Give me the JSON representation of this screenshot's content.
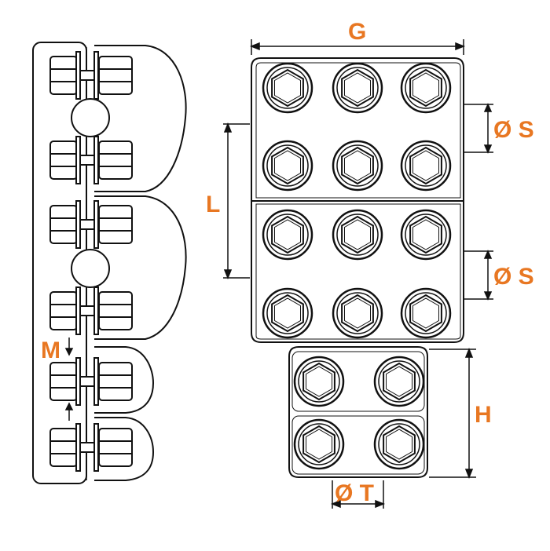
{
  "labels": {
    "width": "G",
    "bolt_dia_upper": "Ø S",
    "bolt_dia_lower": "Ø S",
    "length": "L",
    "spacing": "M",
    "height": "H",
    "tongue_width": "Ø T"
  },
  "colors": {
    "dimension_text": "#e87722",
    "line": "#111111",
    "background": "#ffffff"
  }
}
